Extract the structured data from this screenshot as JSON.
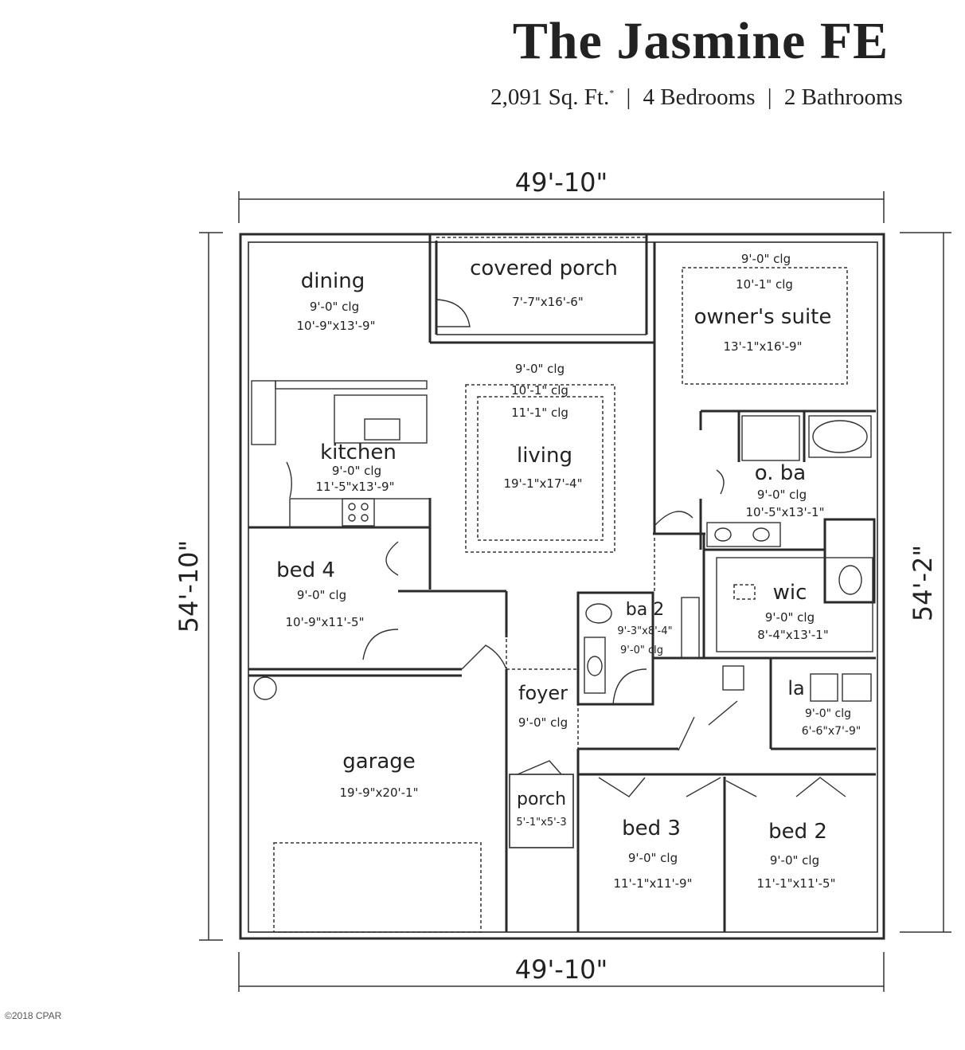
{
  "header": {
    "title": "The Jasmine FE",
    "sqft": "2,091 Sq. Ft.",
    "asterisk": "*",
    "bedrooms": "4 Bedrooms",
    "bathrooms": "2  Bathrooms",
    "sep1": "|",
    "sep2": "|"
  },
  "dimensions": {
    "top": "49'-10\"",
    "bottom": "49'-10\"",
    "left": "54'-10\"",
    "right": "54'-2\""
  },
  "rooms": {
    "dining": {
      "name": "dining",
      "ceiling": "9'-0\" clg",
      "size": "10'-9\"x13'-9\""
    },
    "covered_porch": {
      "name": "covered porch",
      "size": "7'-7\"x16'-6\""
    },
    "owners_suite": {
      "name": "owner's suite",
      "ceiling1": "9'-0\" clg",
      "ceiling2": "10'-1\" clg",
      "size": "13'-1\"x16'-9\""
    },
    "living": {
      "name": "living",
      "ceiling1": "9'-0\" clg",
      "ceiling2": "10'-1\" clg",
      "ceiling3": "11'-1\" clg",
      "size": "19'-1\"x17'-4\""
    },
    "kitchen": {
      "name": "kitchen",
      "ceiling": "9'-0\" clg",
      "size": "11'-5\"x13'-9\""
    },
    "o_ba": {
      "name": "o. ba",
      "ceiling": "9'-0\" clg",
      "size": "10'-5\"x13'-1\""
    },
    "bed4": {
      "name": "bed 4",
      "ceiling": "9'-0\" clg",
      "size": "10'-9\"x11'-5\""
    },
    "ba2": {
      "name": "ba 2",
      "size": "9'-3\"x8'-4\"",
      "ceiling": "9'-0\" clg"
    },
    "wic": {
      "name": "wic",
      "ceiling": "9'-0\" clg",
      "size": "8'-4\"x13'-1\""
    },
    "la": {
      "name": "la",
      "ceiling": "9'-0\" clg",
      "size": "6'-6\"x7'-9\""
    },
    "foyer": {
      "name": "foyer",
      "ceiling": "9'-0\" clg"
    },
    "garage": {
      "name": "garage",
      "size": "19'-9\"x20'-1\""
    },
    "porch": {
      "name": "porch",
      "size": "5'-1\"x5'-3"
    },
    "bed3": {
      "name": "bed 3",
      "ceiling": "9'-0\" clg",
      "size": "11'-1\"x11'-9\""
    },
    "bed2": {
      "name": "bed 2",
      "ceiling": "9'-0\" clg",
      "size": "11'-1\"x11'-5\""
    }
  },
  "footer": {
    "copyright": "©2018 CPAR"
  }
}
